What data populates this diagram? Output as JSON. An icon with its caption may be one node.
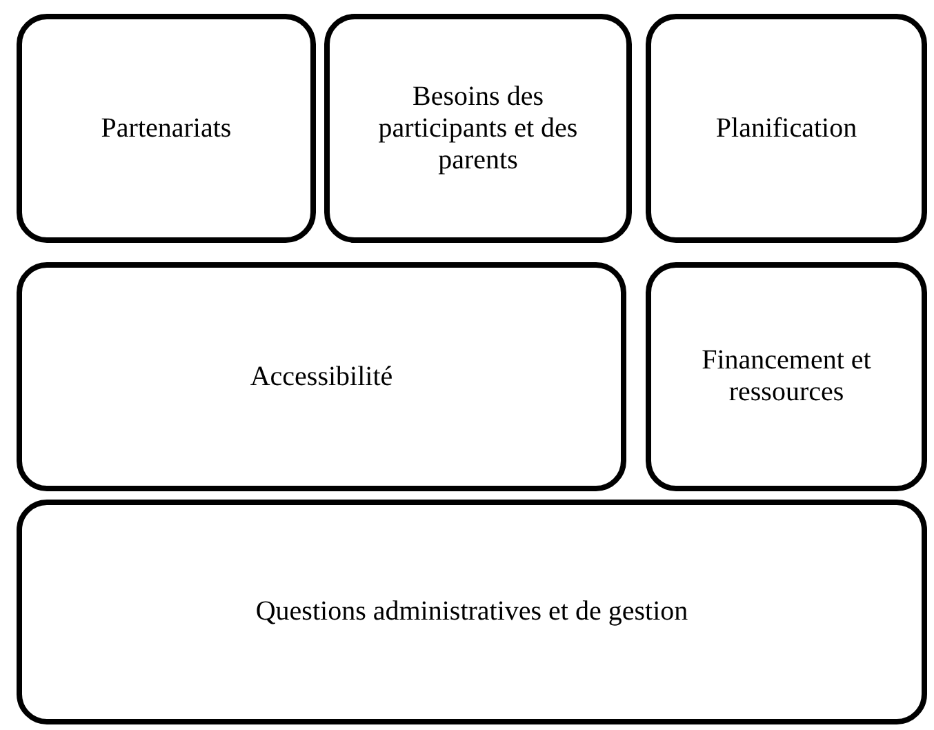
{
  "diagram": {
    "nodes": [
      {
        "text": [
          "Partenariats"
        ]
      },
      {
        "text": [
          "Besoins des participants et des parents"
        ]
      },
      {
        "text": [
          "Planification"
        ]
      },
      {
        "text": [
          "Accessibilité"
        ]
      },
      {
        "text": [
          "Financement et ressources"
        ]
      },
      {
        "text": [
          "Questions administratives et de gestion"
        ]
      }
    ]
  }
}
